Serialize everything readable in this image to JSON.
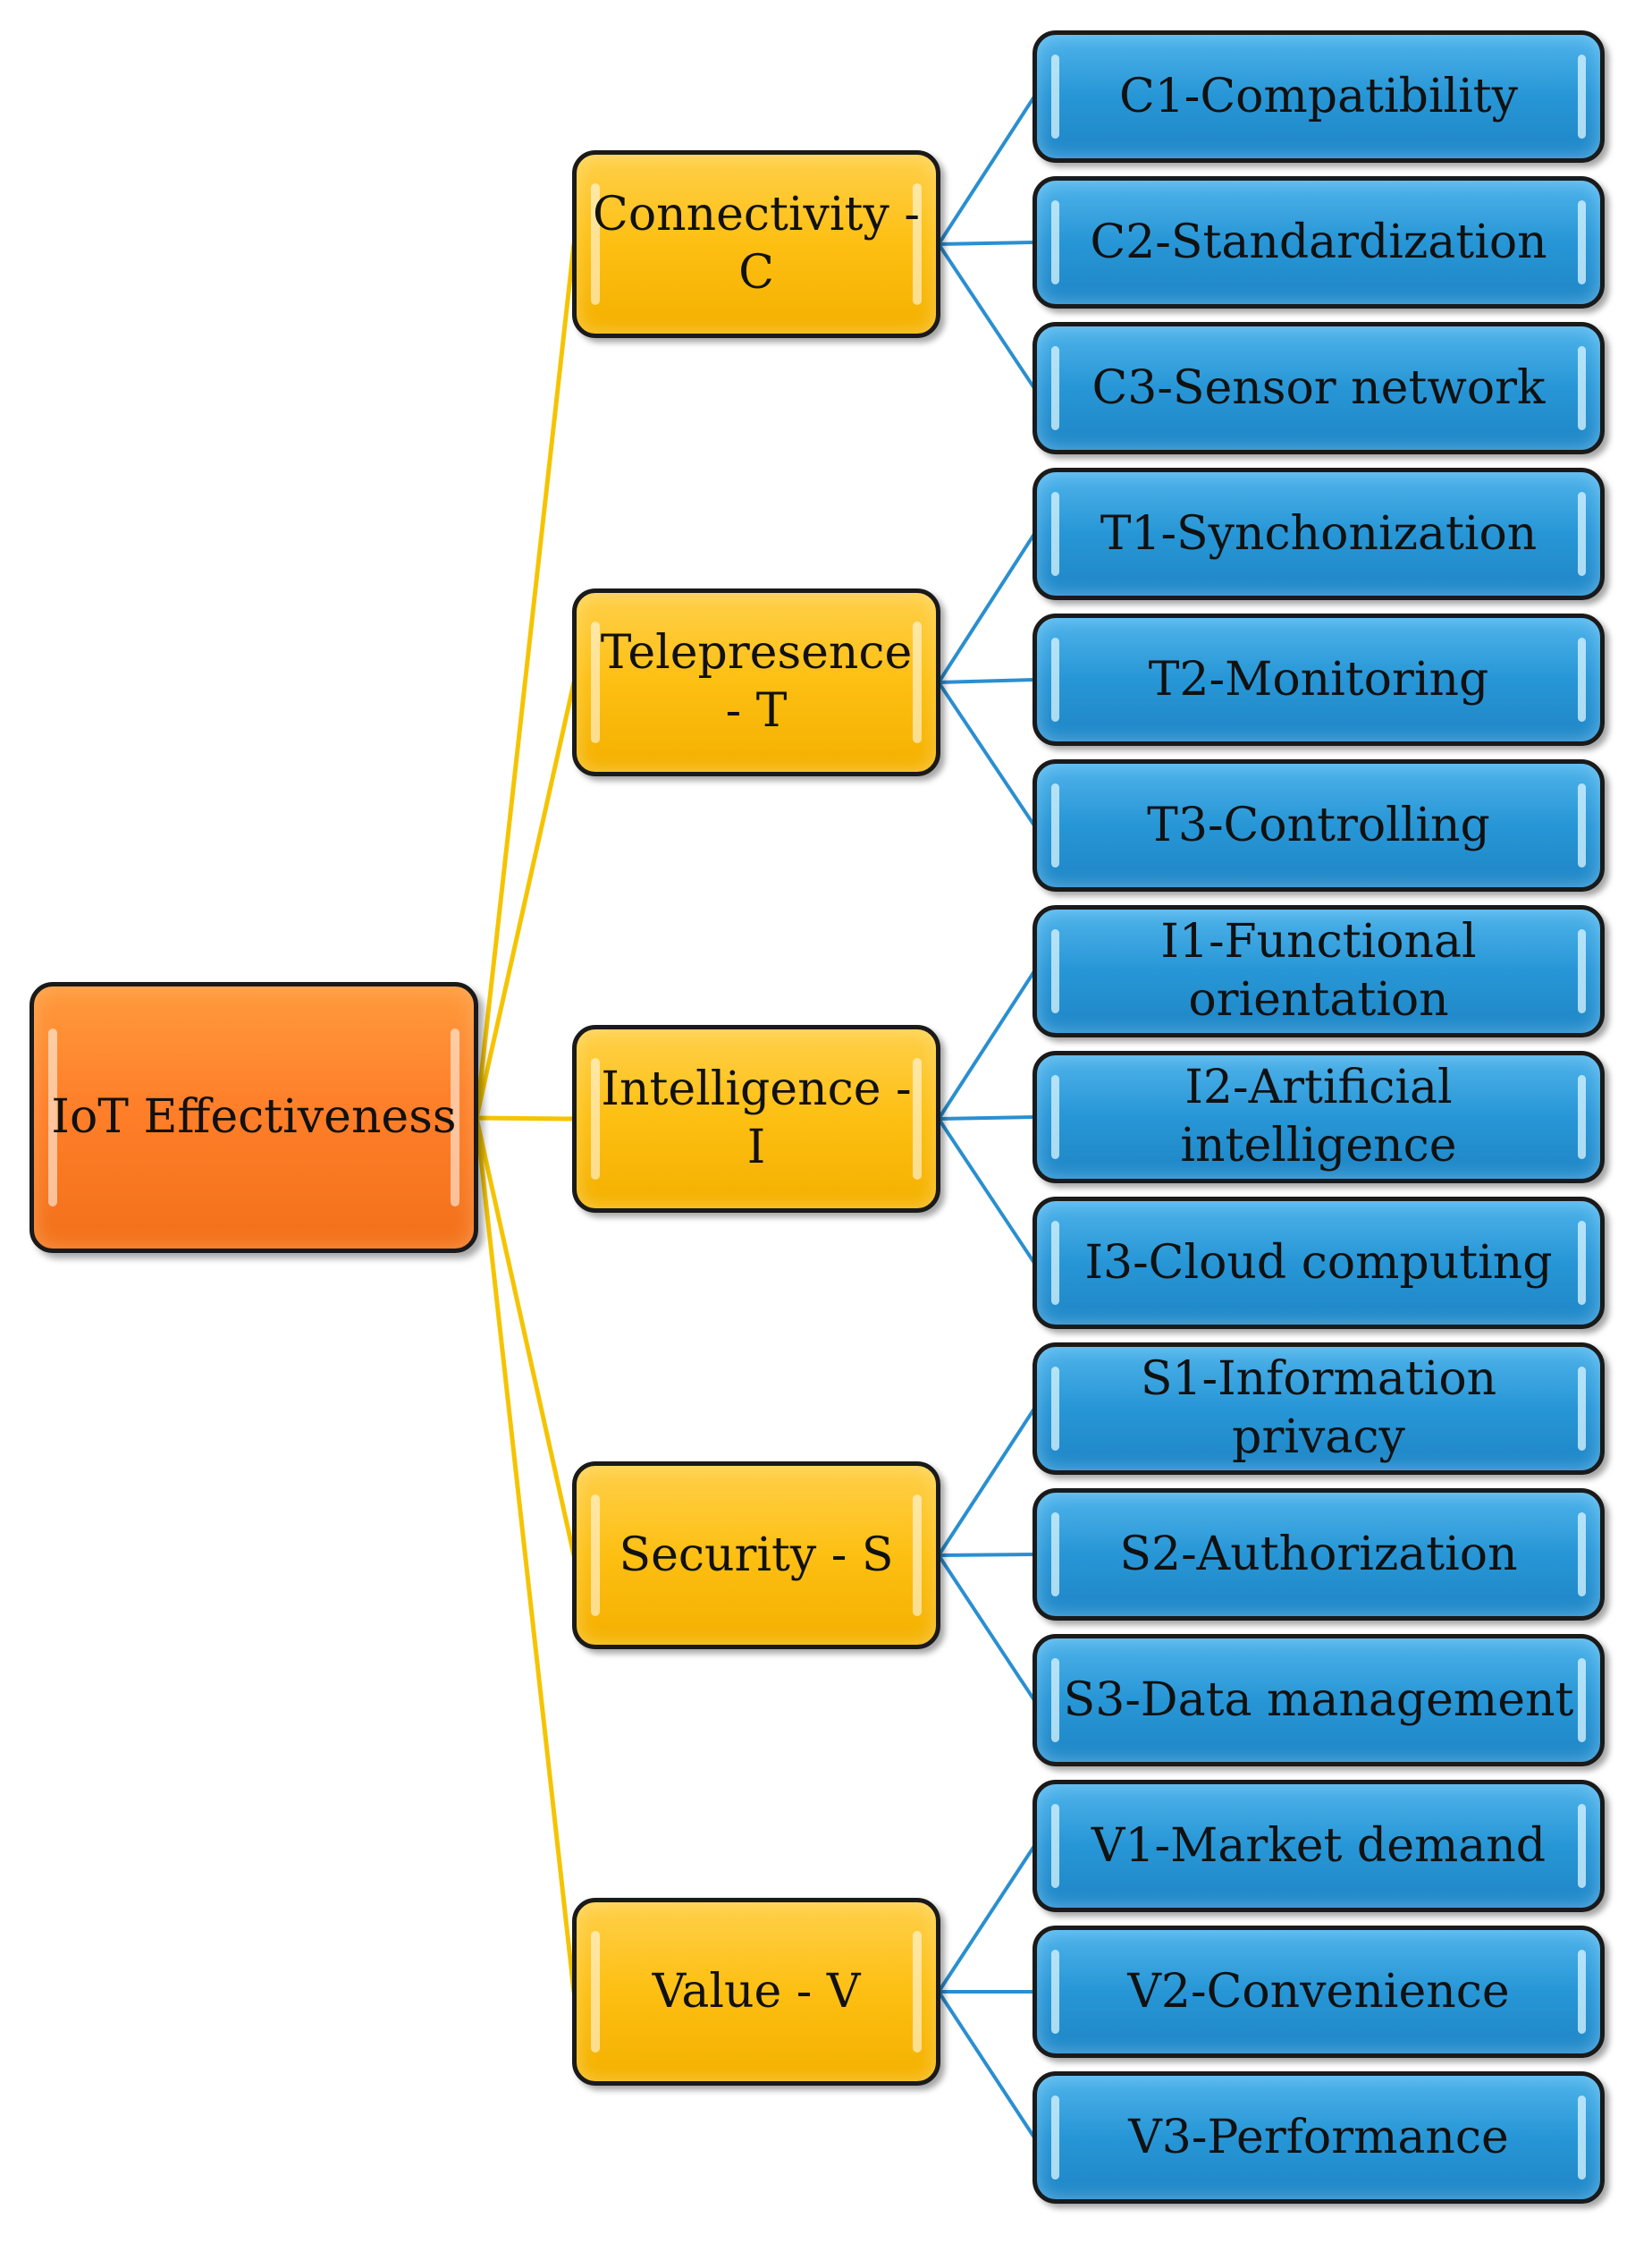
{
  "root": {
    "label": "IoT Effectiveness"
  },
  "categories": [
    {
      "label": "Connectivity - C",
      "items": [
        "C1-Compatibility",
        "C2-Standardization",
        "C3-Sensor network"
      ]
    },
    {
      "label": "Telepresence - T",
      "items": [
        "T1-Synchonization",
        "T2-Monitoring",
        "T3-Controlling"
      ]
    },
    {
      "label": "Intelligence  - I",
      "items": [
        "I1-Functional orientation",
        "I2-Artificial intelligence",
        "I3-Cloud  computing"
      ]
    },
    {
      "label": "Security - S",
      "items": [
        "S1-Information privacy",
        "S2-Authorization",
        "S3-Data management"
      ]
    },
    {
      "label": "Value - V",
      "items": [
        "V1-Market demand",
        "V2-Convenience",
        "V3-Performance"
      ]
    }
  ],
  "colors": {
    "root_fill": "#ff7f2a",
    "category_fill": "#fdbf12",
    "item_fill": "#2796d6",
    "root_connector": "#f5c400",
    "item_connector": "#2a8fd0"
  }
}
